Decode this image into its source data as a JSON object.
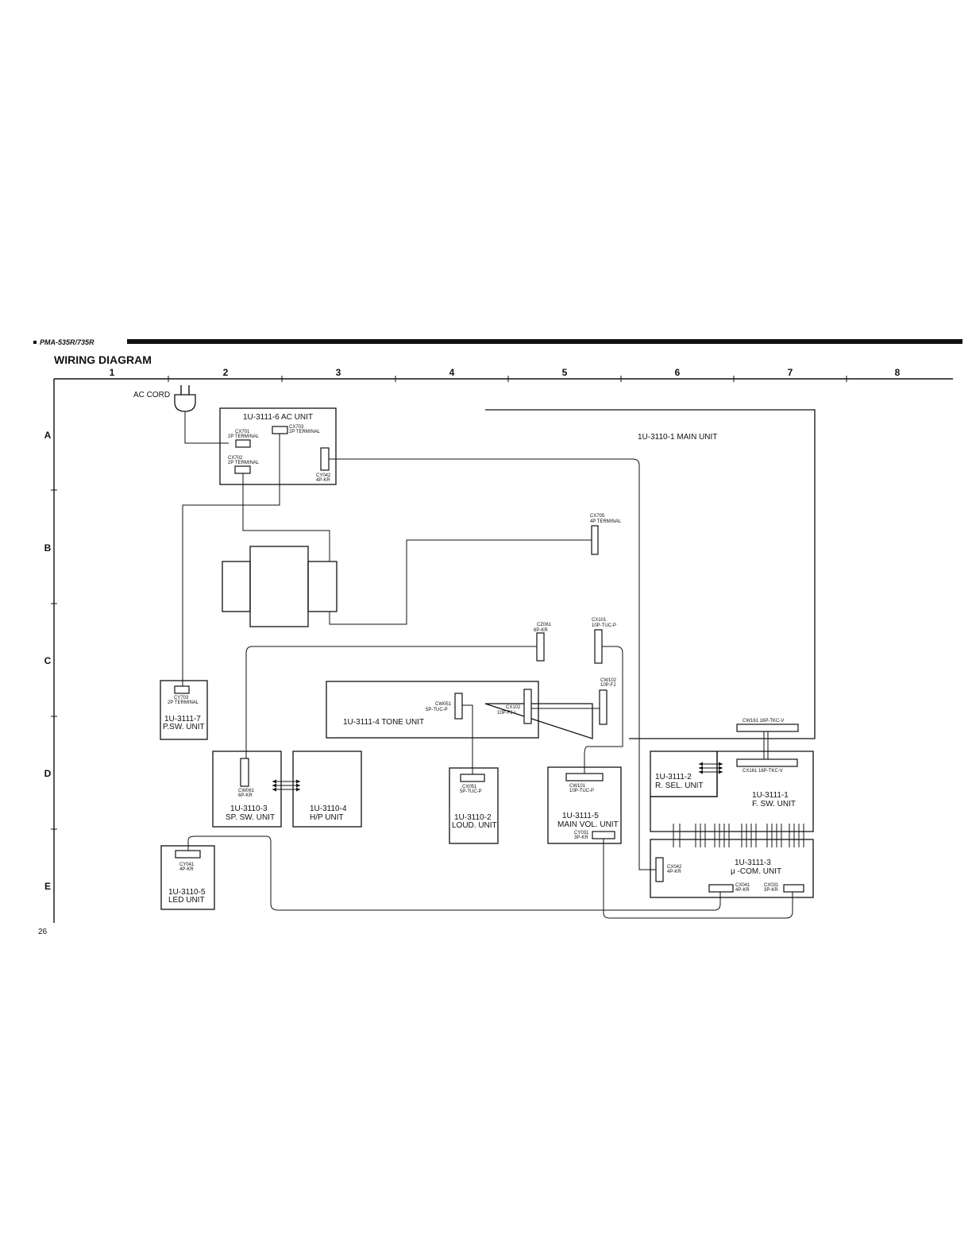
{
  "header": {
    "model": "PMA-535R/735R",
    "title": "WIRING DIAGRAM",
    "page_number": "26"
  },
  "grid": {
    "columns": [
      "1",
      "2",
      "3",
      "4",
      "5",
      "6",
      "7",
      "8"
    ],
    "rows": [
      "A",
      "B",
      "C",
      "D",
      "E"
    ]
  },
  "ac_cord_label": "AC CORD",
  "units": {
    "ac_unit": "1U-3111-6  AC UNIT",
    "main_unit": "1U-3110-1 MAIN UNIT",
    "tone_unit": "1U-3111-4 TONE UNIT",
    "psw_unit": [
      "1U-3111-7",
      "P.SW. UNIT"
    ],
    "spsw_unit": [
      "1U-3110-3",
      "SP. SW. UNIT"
    ],
    "hp_unit": [
      "1U-3110-4",
      "H/P UNIT"
    ],
    "loud_unit": [
      "1U-3110-2",
      "LOUD. UNIT"
    ],
    "mainvol_unit": [
      "1U-3111-5",
      "MAIN VOL. UNIT"
    ],
    "rsel_unit": [
      "1U-3111-2",
      "R. SEL. UNIT"
    ],
    "fsw_unit": [
      "1U-3111-1",
      "F. SW. UNIT"
    ],
    "com_unit": [
      "1U-3111-3",
      "μ -COM. UNIT"
    ],
    "led_unit": [
      "1U-3110-5",
      "LED UNIT"
    ]
  },
  "connectors": {
    "cx701": [
      "CX701",
      "2P TERMINAL"
    ],
    "cx703": [
      "CX703",
      "2P TERMINAL"
    ],
    "cx702": [
      "CX702",
      "2P TERMINAL"
    ],
    "cy042": [
      "CY042",
      "4P-KR"
    ],
    "cx705": [
      "CX705",
      "4P TERMINAL"
    ],
    "cz061": [
      "CZ061",
      "6P-KR"
    ],
    "cx101": [
      "CX101",
      "10P-TUC-P"
    ],
    "cw102": [
      "CW102",
      "10P-FJ"
    ],
    "cy703": [
      "CY703",
      "2P TERMINAL"
    ],
    "cw051": [
      "CW051",
      "5P-TUC-P"
    ],
    "cx102": [
      "CX102",
      "10P-FJ-L"
    ],
    "cw161": "CW161 16P-TKC-V",
    "cx161": "CX161 16P-TKC-V",
    "cw061": [
      "CW061",
      "6P-KR"
    ],
    "cx051": [
      "CX051",
      "5P-TUC-P"
    ],
    "cw101": [
      "CW101",
      "10P-TUC-P"
    ],
    "cy031": [
      "CY031",
      "3P-KR"
    ],
    "cx042": [
      "CX042",
      "4P-KR"
    ],
    "cx041": [
      "CX041",
      "4P-KR"
    ],
    "cx031": [
      "CX031",
      "3P-KR"
    ],
    "cy041": [
      "CY041",
      "4P-KR"
    ]
  },
  "colors": {
    "ink": "#111111",
    "paper": "#ffffff"
  }
}
